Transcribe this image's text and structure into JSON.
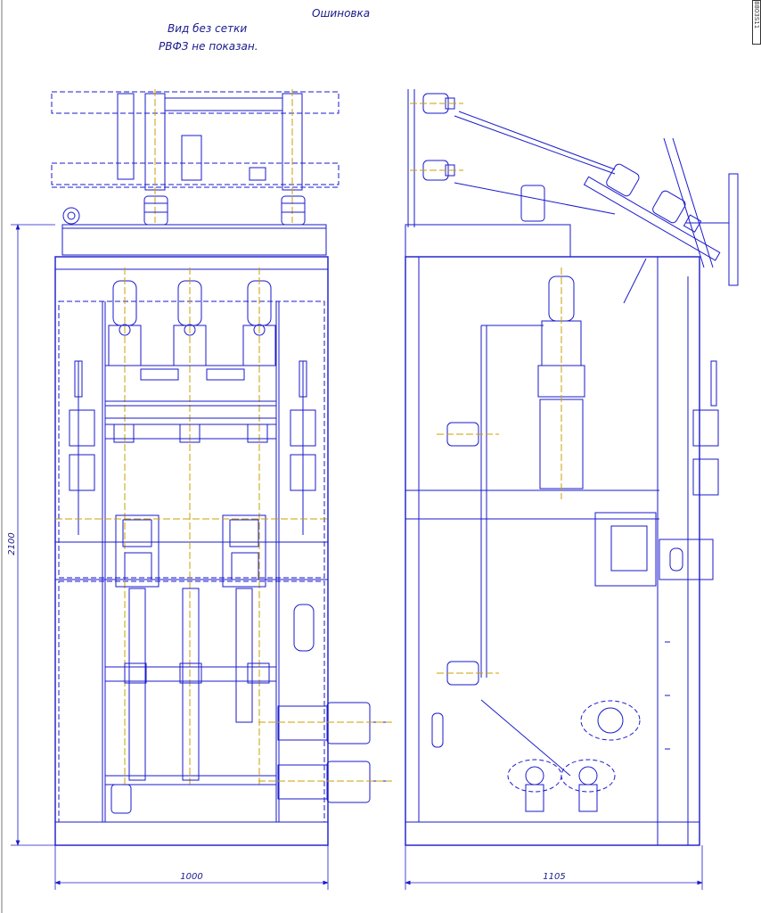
{
  "notes": {
    "busbar": "Ошиновка",
    "no_mesh": "Вид без сетки",
    "rvfz": "РВФЗ не показан."
  },
  "dimensions": {
    "height": "2100",
    "front_width": "1000",
    "side_depth": "1105"
  },
  "stamp_text": "8803S11",
  "colors": {
    "line": "#1a1acc",
    "accent": "#c8a000",
    "text": "#1a1a8c"
  }
}
